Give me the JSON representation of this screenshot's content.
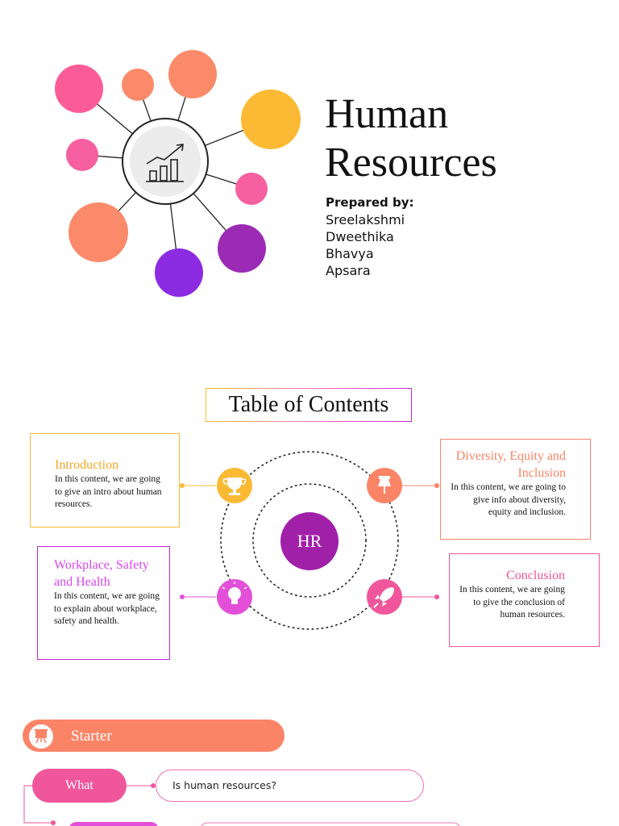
{
  "title_slide": {
    "title_line1": "Human",
    "title_line2": "Resources",
    "prepared_by_label": "Prepared by:",
    "authors": [
      "Sreelakshmi",
      "Dweethika",
      "Bhavya",
      "Apsara"
    ],
    "hub_icon": "growth-chart-icon",
    "bubble_colors": [
      "#fb5c98",
      "#fb8a6a",
      "#fbb934",
      "#f65fa0",
      "#9b2bb5",
      "#8c2be2"
    ]
  },
  "toc": {
    "title": "Table of Contents",
    "center_label": "HR",
    "sections": [
      {
        "heading": "Introduction",
        "text": "In this content, we are going to give an intro about human resources.",
        "icon": "trophy-icon",
        "color": "#fbb934"
      },
      {
        "heading": "Diversity, Equity and Inclusion",
        "text": "In this content, we are going to give info about diversity, equity and inclusion.",
        "icon": "pin-icon",
        "color": "#fb8467"
      },
      {
        "heading": "Workplace, Safety and Health",
        "text": "In this content, we are going to explain about workplace, safety and health.",
        "icon": "lightbulb-icon",
        "color": "#e34fd8"
      },
      {
        "heading": "Conclusion",
        "text": "In this content, we are going to give the conclusion of human resources.",
        "icon": "rocket-icon",
        "color": "#f0569b"
      }
    ]
  },
  "starter": {
    "label": "Starter",
    "icon": "presentation-board-icon",
    "items": [
      {
        "tag": "What",
        "text": "Is human resources?"
      }
    ]
  }
}
